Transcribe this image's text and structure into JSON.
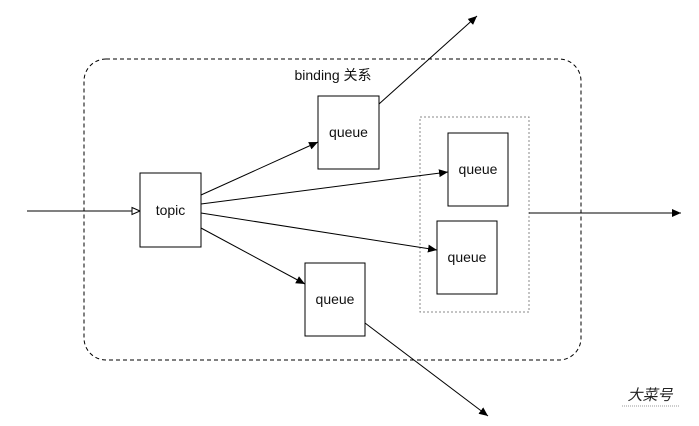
{
  "diagram": {
    "group_label": "binding 关系",
    "topic_label": "topic",
    "queues": [
      {
        "id": "q-top",
        "label": "queue"
      },
      {
        "id": "q-bottom",
        "label": "queue"
      },
      {
        "id": "q-right-1",
        "label": "queue"
      },
      {
        "id": "q-right-2",
        "label": "queue"
      }
    ],
    "watermark": "大菜号"
  },
  "colors": {
    "stroke": "#000000",
    "dotted_border": "#888888",
    "background": "#ffffff"
  }
}
